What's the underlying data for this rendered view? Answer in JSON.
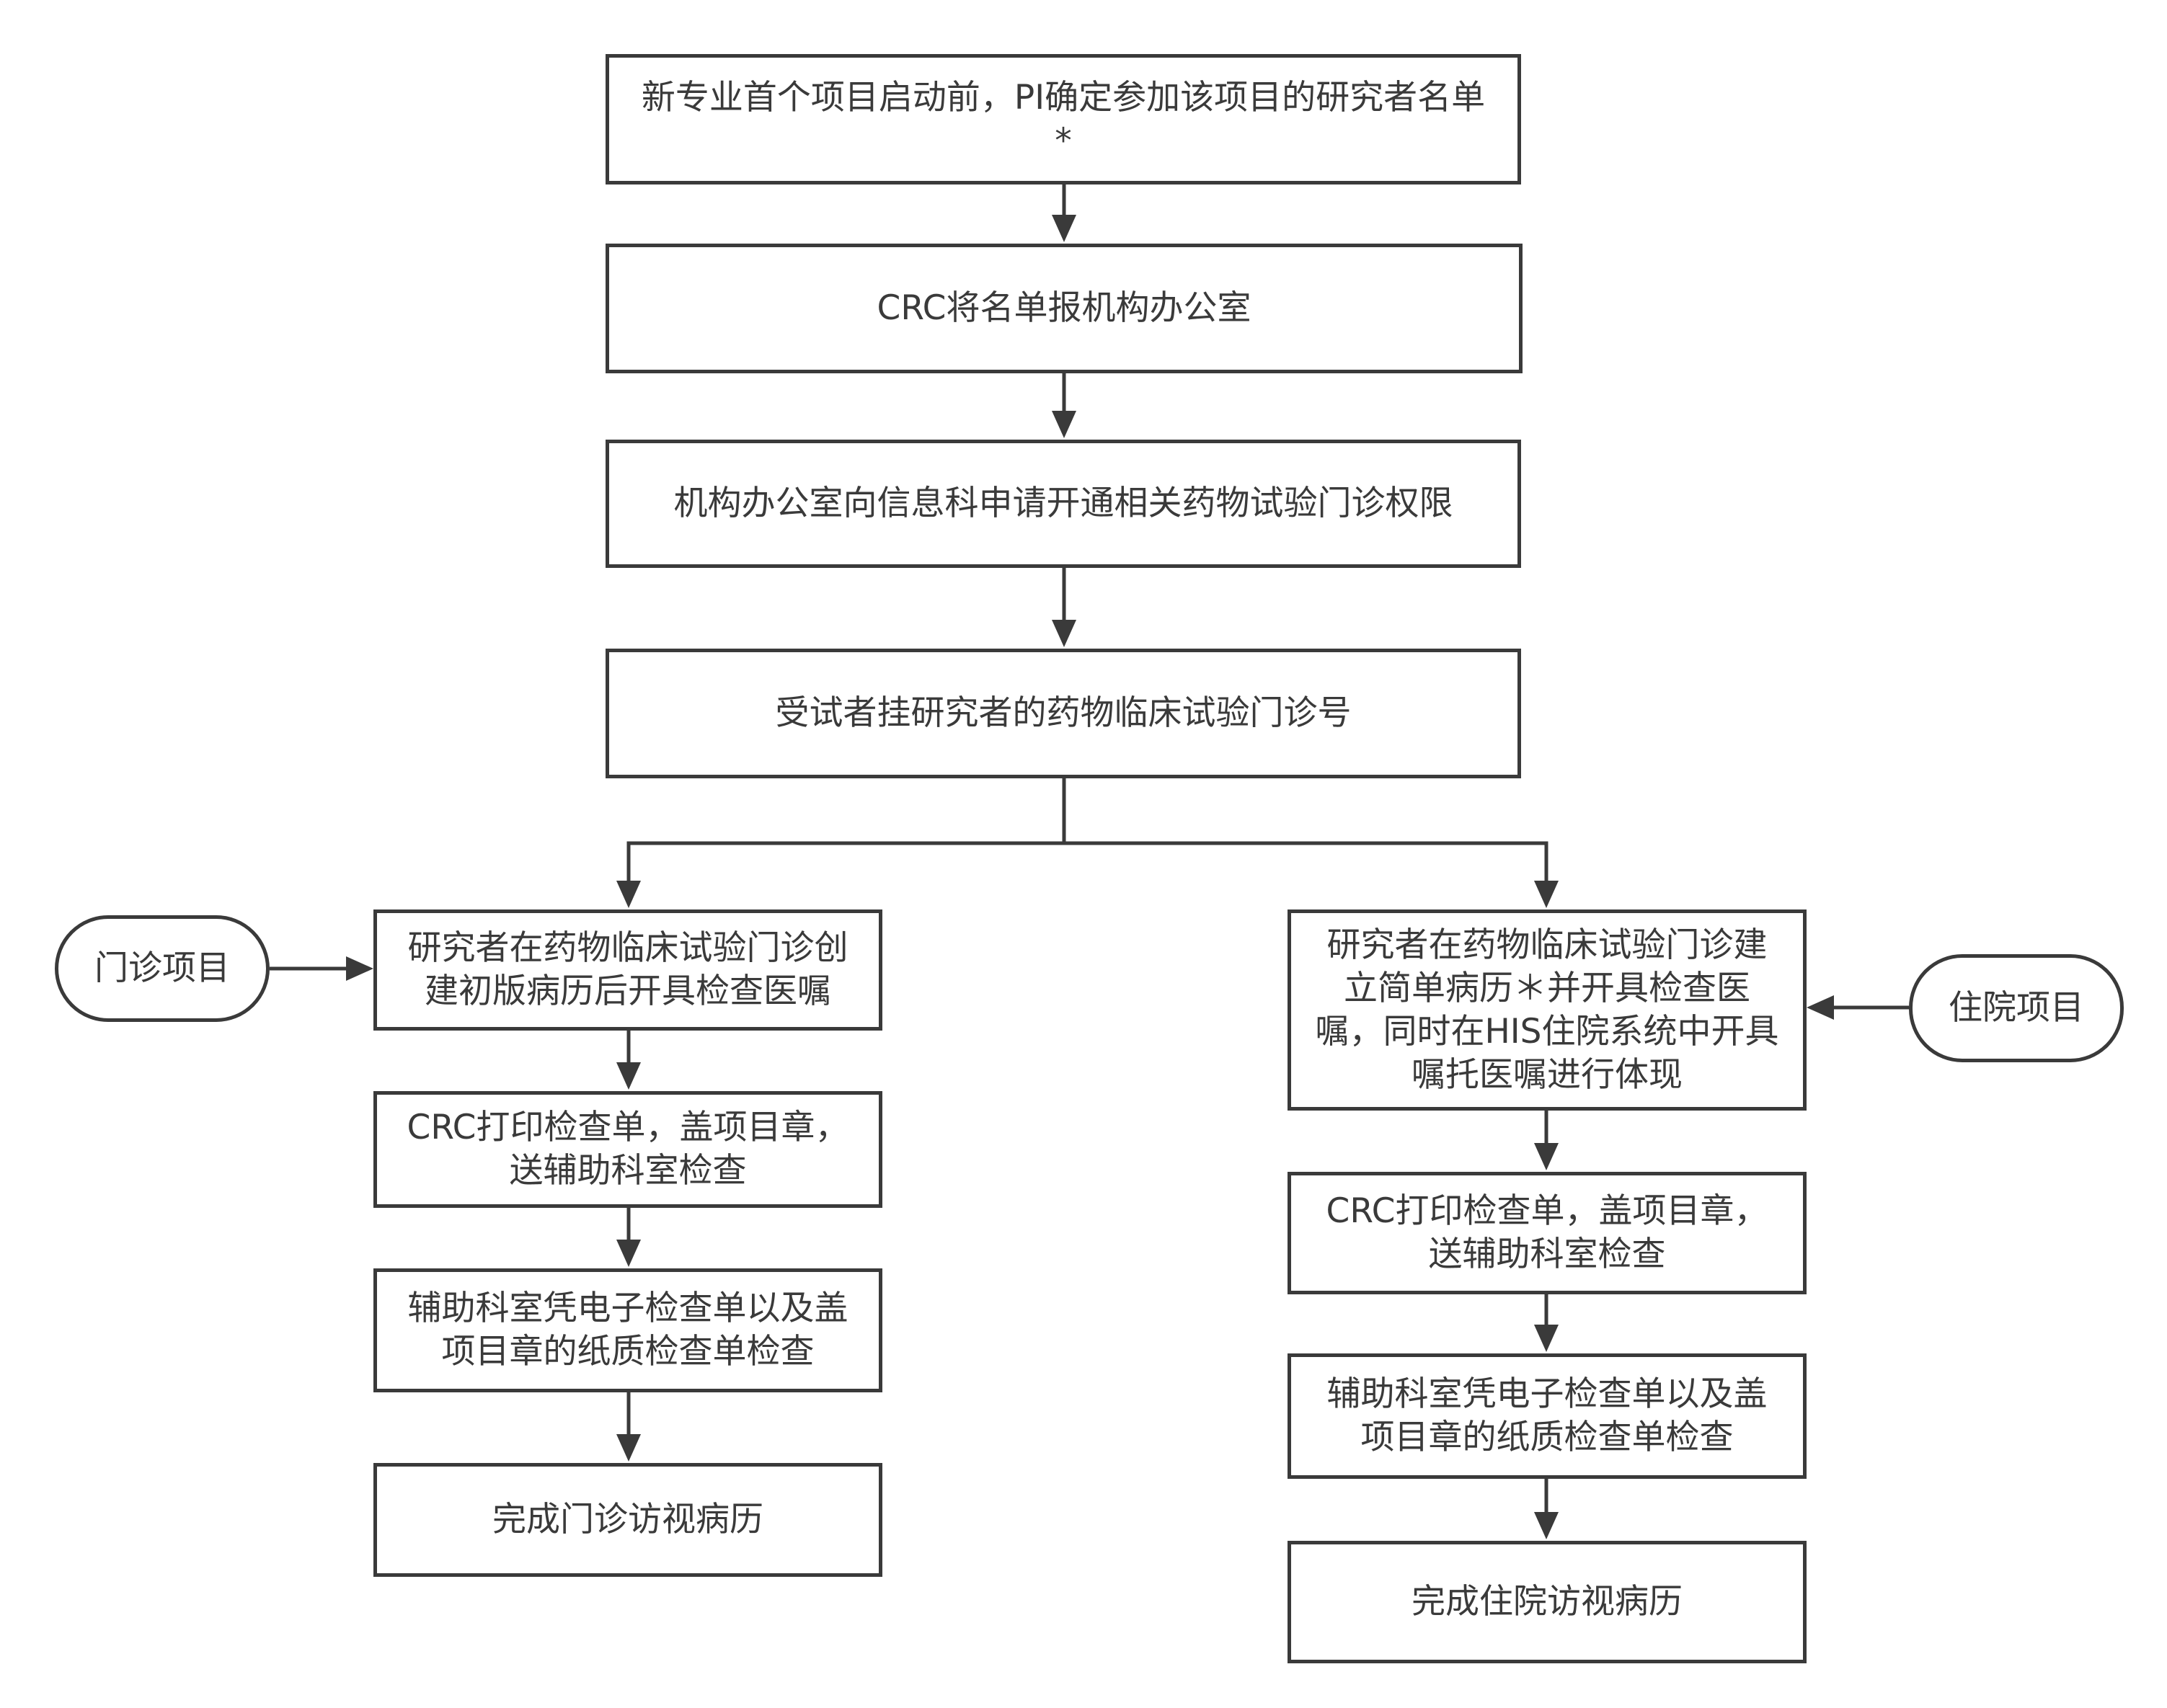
{
  "nodes": {
    "start": "新专业首个项目启动前，PI确定参加该项目的研究者名单\n*",
    "report": "CRC将名单报机构办公室",
    "apply": "机构办公室向信息科申请开通相关药物试验门诊权限",
    "register": "受试者挂研究者的药物临床试验门诊号",
    "op_create": "研究者在药物临床试验门诊创\n建初版病历后开具检查医嘱",
    "op_print": "CRC打印检查单，盖项目章，\n送辅助科室检查",
    "op_check": "辅助科室凭电子检查单以及盖\n项目章的纸质检查单检查",
    "op_done": "完成门诊访视病历",
    "ip_create": "研究者在药物临床试验门诊建\n立简单病历＊并开具检查医\n嘱，同时在HIS住院系统中开具\n嘱托医嘱进行体现",
    "ip_print": "CRC打印检查单，盖项目章，\n送辅助科室检查",
    "ip_check": "辅助科室凭电子检查单以及盖\n项目章的纸质检查单检查",
    "ip_done": "完成住院访视病历"
  },
  "terminals": {
    "outpatient": "门诊项目",
    "inpatient": "住院项目"
  },
  "colors": {
    "stroke": "#3a3a3a",
    "text": "#3a3a3a",
    "background": "#ffffff"
  }
}
